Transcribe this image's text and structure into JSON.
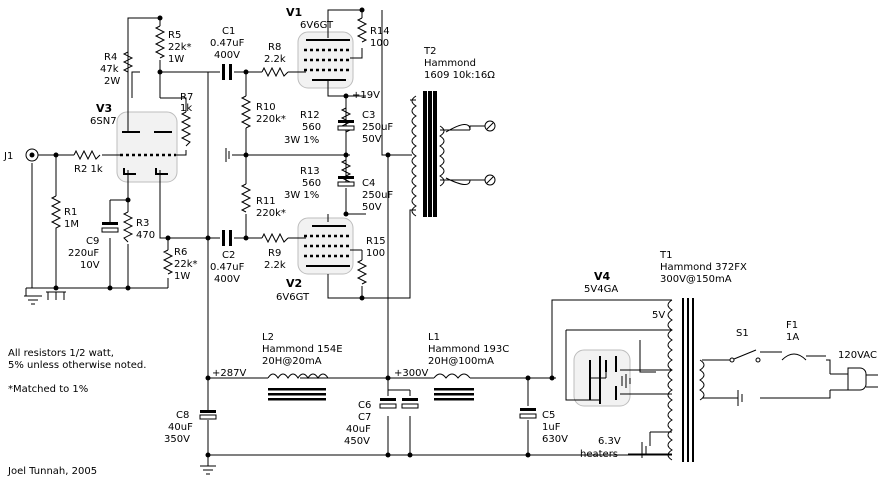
{
  "labels": {
    "j1": "J1",
    "r1": [
      "R1",
      "1M"
    ],
    "r2": "R2 1k",
    "r3": [
      "R3",
      "470"
    ],
    "r4": [
      "R4",
      "47k",
      "2W"
    ],
    "r5": [
      "R5",
      "22k*",
      "1W"
    ],
    "r6": [
      "R6",
      "22k*",
      "1W"
    ],
    "r7": [
      "R7",
      "1k"
    ],
    "r8": [
      "R8",
      "2.2k"
    ],
    "r9": [
      "R9",
      "2.2k"
    ],
    "r10": [
      "R10",
      "220k*"
    ],
    "r11": [
      "R11",
      "220k*"
    ],
    "r12": [
      "R12",
      "560",
      "3W 1%"
    ],
    "r13": [
      "R13",
      "560",
      "3W 1%"
    ],
    "r14": [
      "R14",
      "100"
    ],
    "r15": [
      "R15",
      "100"
    ],
    "c1": [
      "C1",
      "0.47uF",
      "400V"
    ],
    "c2": [
      "C2",
      "0.47uF",
      "400V"
    ],
    "c3": [
      "C3",
      "250uF",
      "50V"
    ],
    "c4": [
      "C4",
      "250uF",
      "50V"
    ],
    "c5": [
      "C5",
      "1uF",
      "630V"
    ],
    "c6": "C6",
    "c7": [
      "C7",
      "40uF",
      "450V"
    ],
    "c8": [
      "C8",
      "40uF",
      "350V"
    ],
    "c9": [
      "C9",
      "220uF",
      "10V"
    ],
    "v1": [
      "V1",
      "6V6GT"
    ],
    "v2": [
      "V2",
      "6V6GT"
    ],
    "v3": [
      "V3",
      "6SN7"
    ],
    "v4": [
      "V4",
      "5V4GA"
    ],
    "t1": [
      "T1",
      "Hammond 372FX",
      "300V@150mA"
    ],
    "t2": [
      "T2",
      "Hammond",
      "1609  10k:16Ω"
    ],
    "l1": [
      "L1",
      "Hammond 193C",
      "20H@100mA"
    ],
    "l2": [
      "L2",
      "Hammond 154E",
      "20H@20mA"
    ],
    "s1": "S1",
    "f1": [
      "F1",
      "1A"
    ],
    "mains": "120VAC",
    "plus19": "+19V",
    "plus287": "+287V",
    "plus300": "+300V",
    "fivev": "5V",
    "heaters": [
      "6.3V",
      "heaters"
    ],
    "note1": [
      "All resistors 1/2 watt,",
      "5% unless otherwise noted."
    ],
    "note2": "*Matched to 1%",
    "author": "Joel Tunnah, 2005"
  }
}
